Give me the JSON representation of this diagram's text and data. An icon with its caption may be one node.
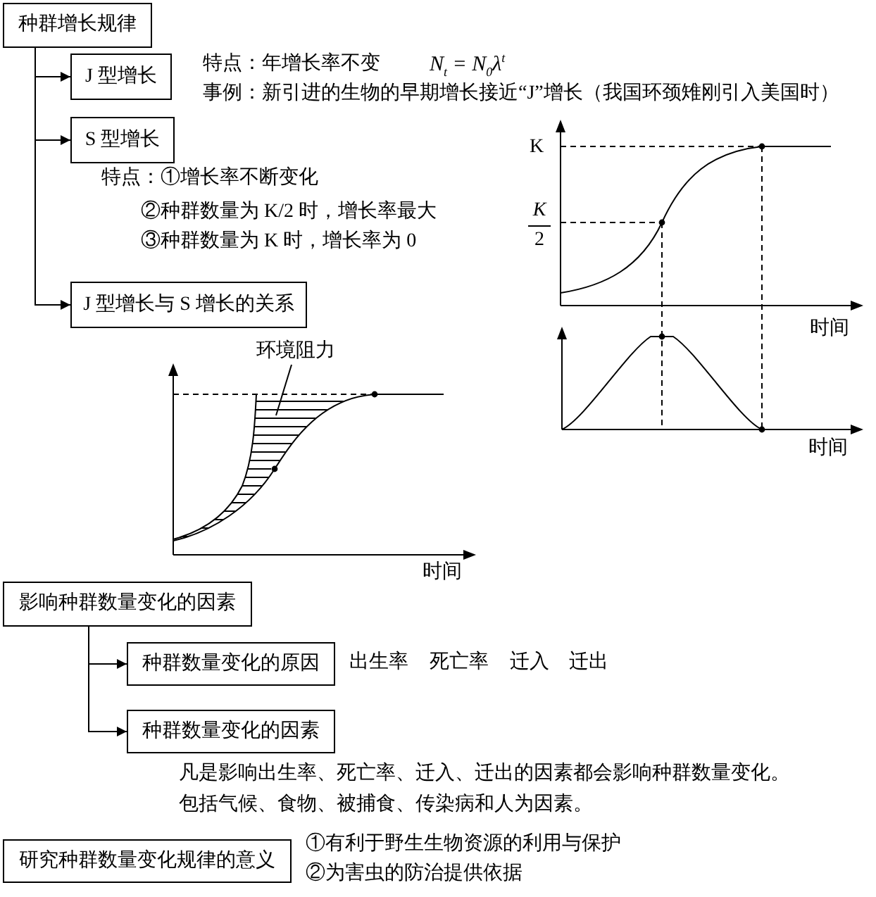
{
  "diagram": {
    "nodes": [
      {
        "text": [
          "种群增长规律"
        ]
      },
      {
        "text": [
          "J 型增长"
        ],
        "beside": [
          "特点：年增长率不变",
          "N$_{t}$ = N$_{0}$λ$^{t}$",
          "事例：新引进的生物的早期增长接近“J”增长（我国环颈雉刚引入美国时）"
        ]
      },
      {
        "text": [
          "S 型增长"
        ],
        "beside": [
          "特点：①增长率不断变化",
          "②种群数量为 K/2 时，增长率最大",
          "③种群数量为 K 时，增长率为 0"
        ]
      },
      {
        "text": [
          "J 型增长与 S 增长的关系"
        ]
      },
      {
        "text": [
          "环境阻力"
        ]
      },
      {
        "text": [],
        "shape": "area"
      },
      {
        "text": [
          "影响种群数量变化的因素"
        ]
      },
      {
        "text": [
          "种群数量变化的原因"
        ],
        "beside": [
          "出生率",
          "死亡率",
          "迁入",
          "迁出"
        ]
      },
      {
        "text": [
          "种群数量变化的因素"
        ],
        "beside": [
          "凡是影响出生率、死亡率、迁入、迁出的因素都会影响种群数量变化。",
          "包括气候、食物、被捕食、传染病和人为因素。"
        ]
      },
      {
        "text": [
          "研究种群数量变化规律的意义"
        ],
        "beside": [
          "①有利于野生生物资源的利用与保护",
          "②为害虫的防治提供依据"
        ]
      }
    ],
    "edges": [
      {
        "from": 0,
        "to": 1,
        "arrow": "to"
      },
      {
        "from": 0,
        "to": 2,
        "arrow": "to"
      },
      {
        "from": 0,
        "to": 3,
        "arrow": "to"
      },
      {
        "from": 4,
        "to": 5,
        "arrow": "none"
      },
      {
        "from": 6,
        "to": 7,
        "arrow": "to"
      },
      {
        "from": 6,
        "to": 8,
        "arrow": "to"
      }
    ],
    "labels": [
      "K",
      "K",
      "2",
      "时间",
      "时间",
      "时间"
    ]
  }
}
